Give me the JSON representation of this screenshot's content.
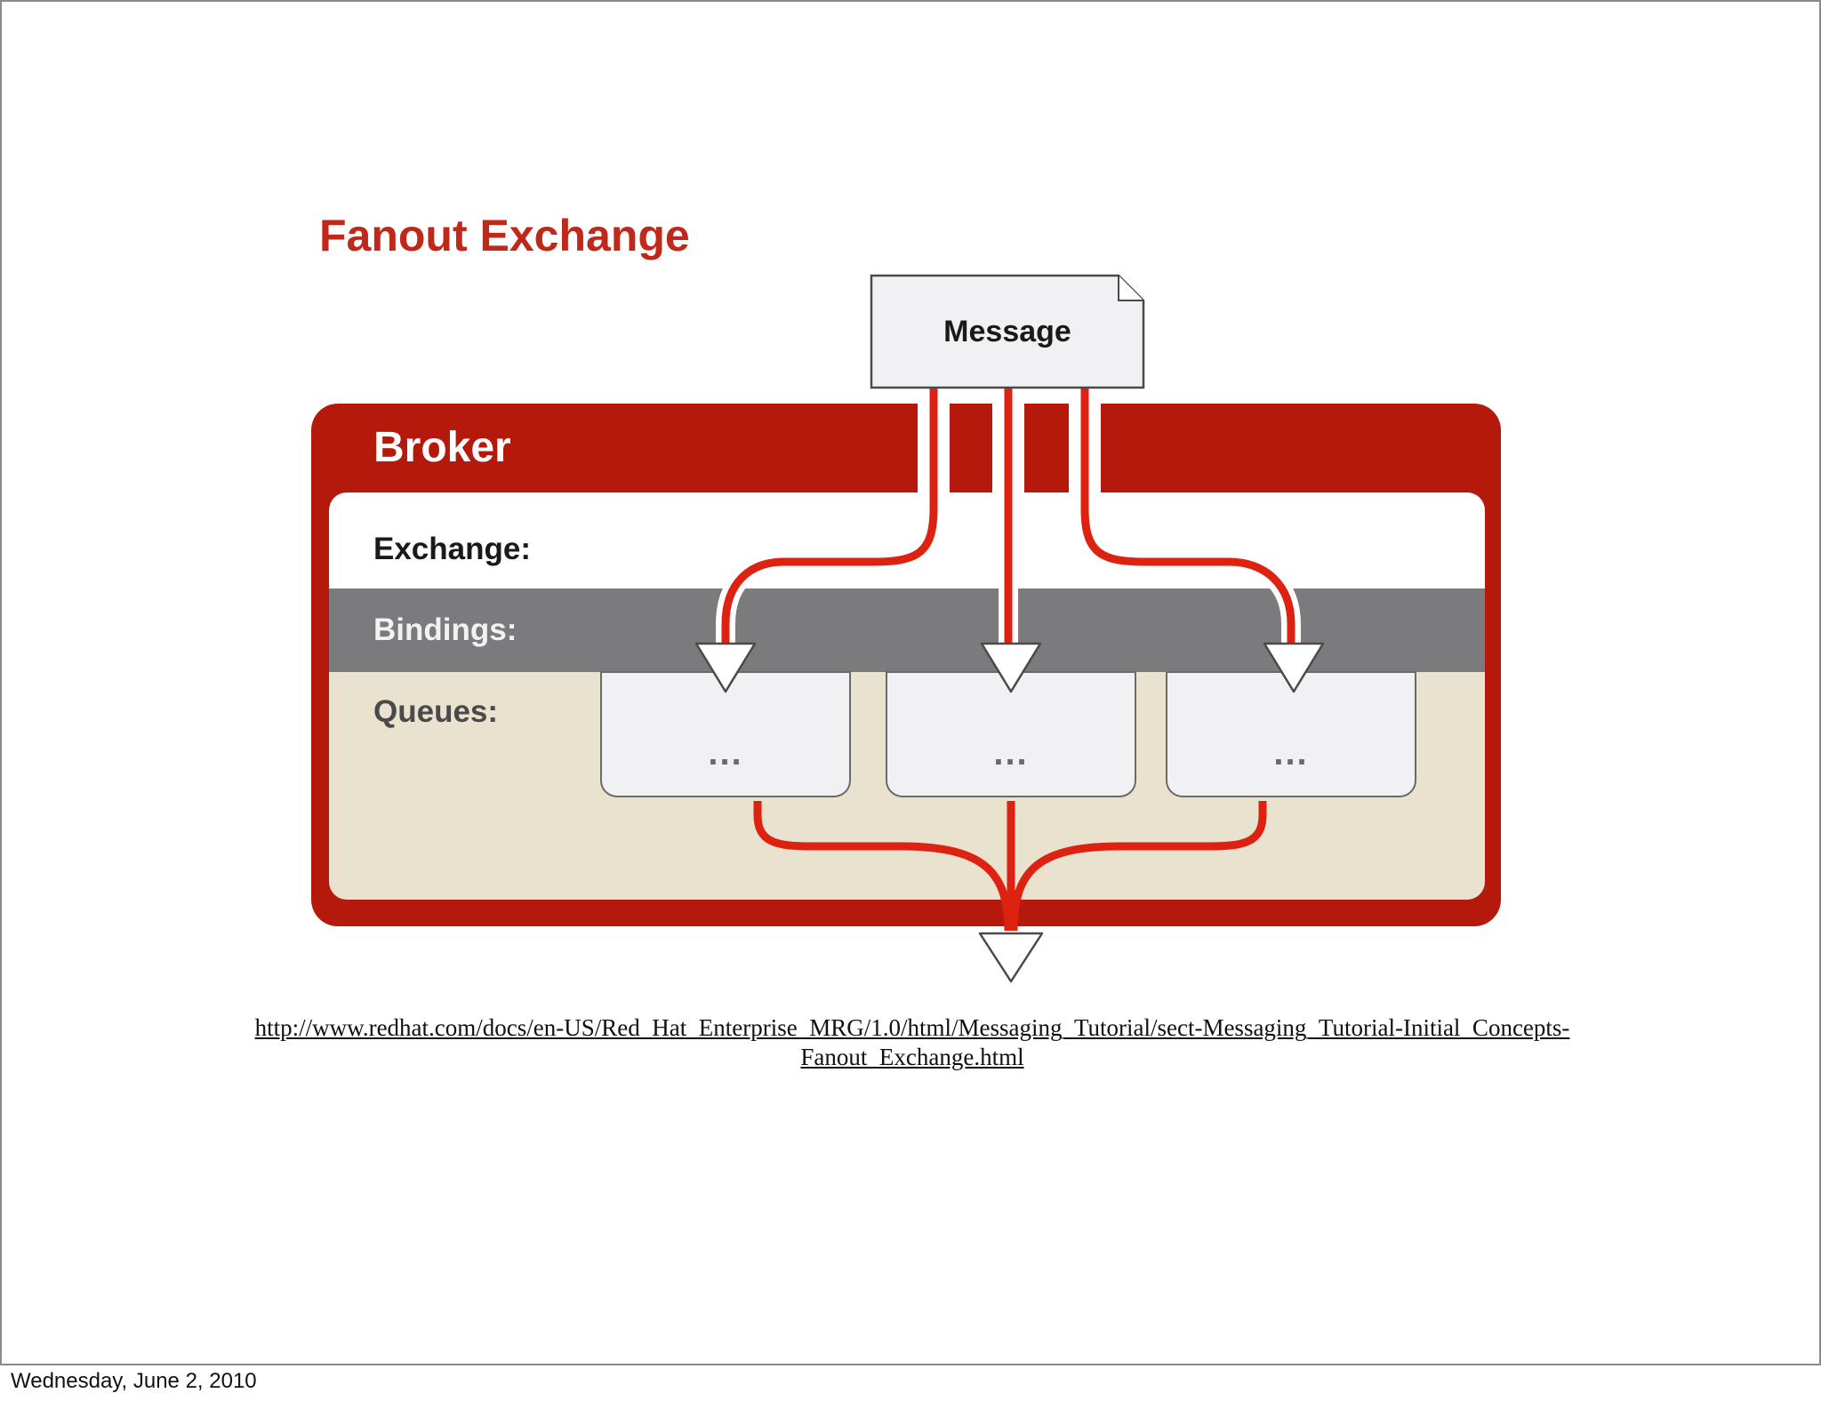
{
  "diagram": {
    "title": "Fanout Exchange",
    "message_label": "Message",
    "broker_label": "Broker",
    "exchange_label": "Exchange:",
    "bindings_label": "Bindings:",
    "queues_label": "Queues:",
    "queues": [
      {
        "label": "..."
      },
      {
        "label": "..."
      },
      {
        "label": "..."
      }
    ]
  },
  "source_url": {
    "line1": "http://www.redhat.com/docs/en-US/Red_Hat_Enterprise_MRG/1.0/html/Messaging_Tutorial/sect-Messaging_Tutorial-Initial_Concepts-",
    "line2": "Fanout_Exchange.html"
  },
  "footer": {
    "date": "Wednesday, June 2, 2010"
  },
  "colors": {
    "broker_red": "#b5190c",
    "flow_red": "#dd2211",
    "bindings_gray": "#7b7a7c",
    "queues_beige": "#e8e2ce",
    "queue_box": "#f1f1f3",
    "title_red": "#c0281a"
  }
}
